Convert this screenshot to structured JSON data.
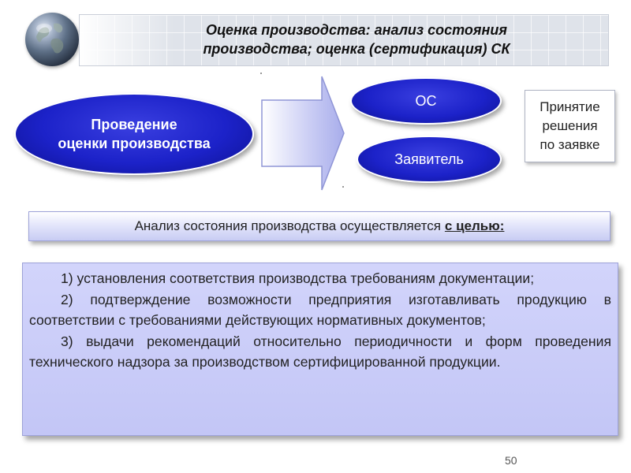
{
  "header": {
    "title_line1": "Оценка производства: анализ состояния",
    "title_line2": "производства; оценка (сертификация) СК"
  },
  "flow": {
    "left_line1": "Проведение",
    "left_line2": "оценки производства",
    "os_label": "ОС",
    "applicant_label": "Заявитель",
    "decision_line1": "Принятие",
    "decision_line2": "решения",
    "decision_line3": "по заявке"
  },
  "purpose": {
    "text": "Анализ состояния производства осуществляется",
    "emphasis": "с целью:"
  },
  "goals": [
    "1) установления соответствия производства требованиям документации;",
    "2) подтверждение возможности предприятия изготавливать продукцию в соответствии с требованиями действующих нормативных документов;",
    "3) выдачи рекомендаций относительно периодичности и форм проведения технического надзора за производством сертифицированной продукции."
  ],
  "page_number": "50",
  "colors": {
    "ellipse_blue": "#1c22c9",
    "content_bg": "#c8cbf6",
    "purpose_bg": "#e4e6fb"
  },
  "icons": [
    "globe-icon",
    "right-arrow-icon"
  ]
}
